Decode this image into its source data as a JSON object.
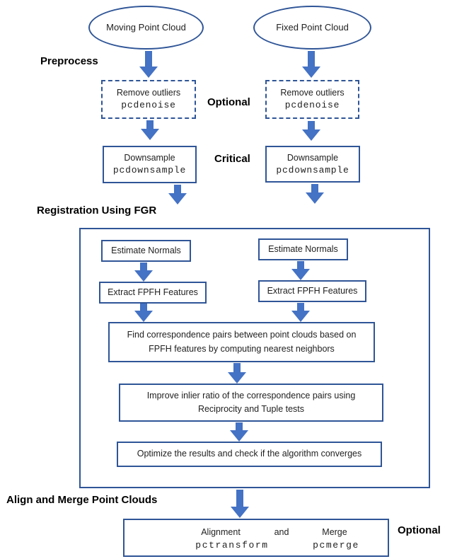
{
  "nodes": {
    "moving": "Moving Point Cloud",
    "fixed": "Fixed Point Cloud",
    "remove_outliers": "Remove outliers",
    "remove_outliers_fn": "pcdenoise",
    "downsample": "Downsample",
    "downsample_fn": "pcdownsample",
    "estimate_normals": "Estimate Normals",
    "extract_fpfh": "Extract FPFH Features",
    "find_correspondence": "Find correspondence pairs between point clouds based on FPFH features by computing nearest neighbors",
    "improve_inlier": "Improve inlier ratio of the correspondence pairs using Reciprocity and Tuple tests",
    "optimize": "Optimize the results and check if the algorithm converges",
    "alignment": "Alignment",
    "conjunction": "and",
    "merge": "Merge",
    "alignment_fn": "pctransform",
    "merge_fn": "pcmerge"
  },
  "labels": {
    "preprocess": "Preprocess",
    "optional_top": "Optional",
    "critical": "Critical",
    "registration": "Registration Using FGR",
    "align_merge": "Align and Merge Point Clouds",
    "optional_bottom": "Optional"
  },
  "colors": {
    "box_border": "#2F5597",
    "arrow_fill": "#4472C4",
    "text": "#1F1F1F"
  }
}
